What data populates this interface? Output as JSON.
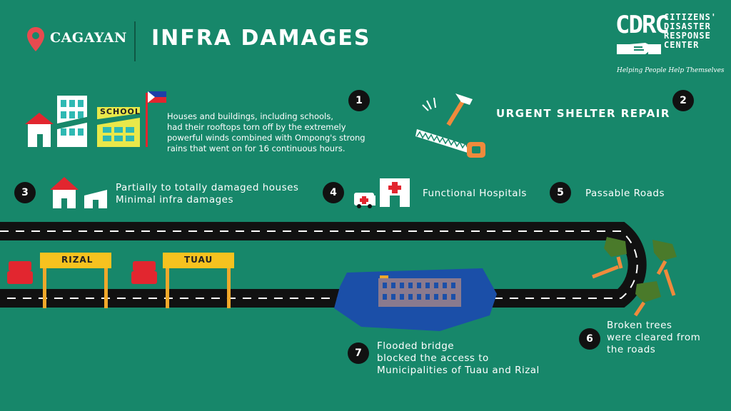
{
  "header": {
    "location": "CAGAYAN",
    "title": "INFRA DAMAGES",
    "pin_icon": "location-pin-icon"
  },
  "logo": {
    "abbr": "CDRC",
    "line1": "CITIZENS'",
    "line2": "DISASTER",
    "line3": "RESPONSE",
    "line4": "CENTER",
    "tagline": "Helping People Help Themselves"
  },
  "items": [
    {
      "number": "1",
      "text_lines": [
        "Houses and buildings, including schools,",
        "had their rooftops torn off by the extremely",
        "powerful winds combined with Ompong's strong",
        "rains that went on for 16 continuous  hours."
      ],
      "school_sign": "SCHOOL"
    },
    {
      "number": "2",
      "text": "URGENT SHELTER REPAIR"
    },
    {
      "number": "3",
      "text_lines": [
        "Partially to totally damaged houses",
        "Minimal infra damages"
      ]
    },
    {
      "number": "4",
      "text": "Functional Hospitals"
    },
    {
      "number": "5",
      "text": "Passable Roads"
    },
    {
      "number": "6",
      "text_lines": [
        "Broken trees",
        "were cleared from",
        "the roads"
      ]
    },
    {
      "number": "7",
      "text_lines": [
        "Flooded bridge",
        "blocked the access to",
        "Municipalities of Tuau and Rizal"
      ]
    }
  ],
  "signs": {
    "rizal": "RIZAL",
    "tuau": "TUAU"
  },
  "colors": {
    "background": "#17876a",
    "road": "#111111",
    "sign": "#f6c21f",
    "sign_post": "#f0a82a",
    "water": "#1b4fa8",
    "house_roof": "#e2262f",
    "school": "#e9e84a"
  }
}
